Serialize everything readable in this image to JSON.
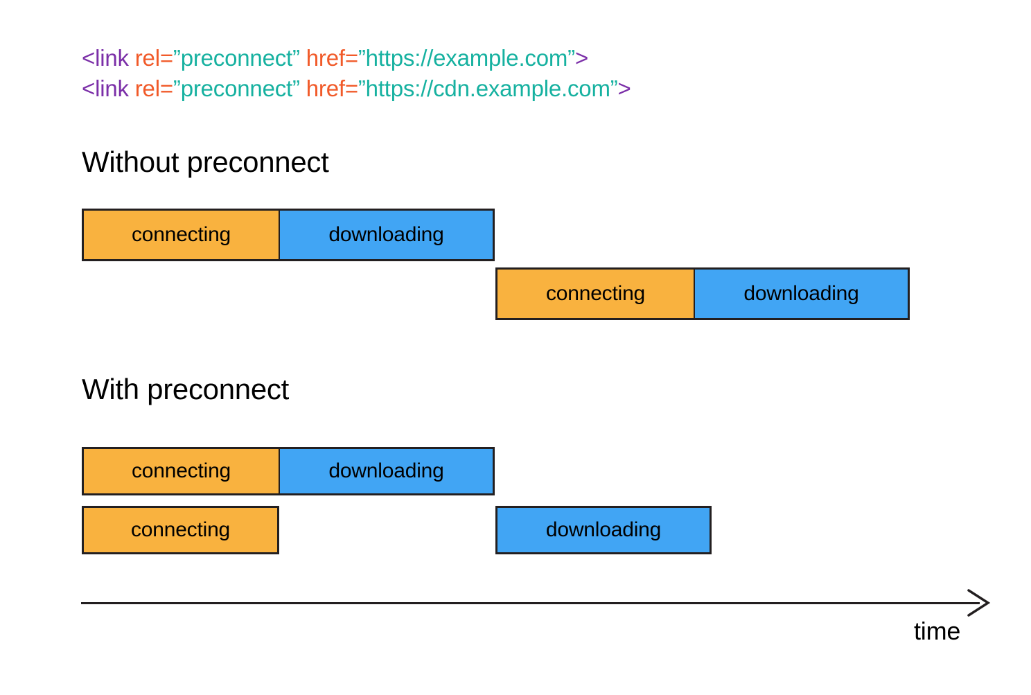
{
  "code_snippet": {
    "lines": [
      {
        "tag_open": "<link ",
        "attr1": "rel=",
        "value1": "”preconnect” ",
        "attr2": "href=",
        "value2": "”https://example.com”",
        "tag_close": ">"
      },
      {
        "tag_open": "<link ",
        "attr1": "rel=",
        "value1": "”preconnect” ",
        "attr2": "href=",
        "value2": "”https://cdn.example.com”",
        "tag_close": ">"
      }
    ]
  },
  "sections": [
    {
      "heading": "Without preconnect",
      "rows": [
        {
          "segments": [
            {
              "label": "connecting"
            },
            {
              "label": "downloading"
            }
          ]
        },
        {
          "segments": [
            {
              "label": "connecting"
            },
            {
              "label": "downloading"
            }
          ]
        }
      ]
    },
    {
      "heading": "With preconnect",
      "rows": [
        {
          "segments": [
            {
              "label": "connecting"
            },
            {
              "label": "downloading"
            }
          ]
        },
        {
          "segments": [
            {
              "label": "connecting"
            },
            {
              "label": "downloading"
            }
          ]
        }
      ]
    }
  ],
  "axis": {
    "label": "time"
  },
  "colors": {
    "connecting": "#F9B23F",
    "downloading": "#41A5F4",
    "stroke": "#231F20",
    "code_tag": "#7B2FA8",
    "code_attr": "#F15A29",
    "code_value": "#16B1A0",
    "background": "#FFFFFF"
  },
  "chart_data": {
    "type": "bar",
    "title": "Preconnect request timeline comparison",
    "xlabel": "time",
    "ylabel": "",
    "grid": false,
    "legend": "none",
    "orientation": "horizontal-gantt",
    "series": [
      {
        "name": "Without preconnect — request 1",
        "segments": [
          {
            "phase": "connecting",
            "start": 118,
            "end": 403
          },
          {
            "phase": "downloading",
            "start": 403,
            "end": 714
          }
        ]
      },
      {
        "name": "Without preconnect — request 2",
        "segments": [
          {
            "phase": "connecting",
            "start": 715,
            "end": 1002
          },
          {
            "phase": "downloading",
            "start": 1002,
            "end": 1313
          }
        ]
      },
      {
        "name": "With preconnect — request 1",
        "segments": [
          {
            "phase": "connecting",
            "start": 118,
            "end": 403
          },
          {
            "phase": "downloading",
            "start": 403,
            "end": 714
          }
        ]
      },
      {
        "name": "With preconnect — request 2",
        "segments": [
          {
            "phase": "connecting",
            "start": 118,
            "end": 403
          },
          {
            "phase": "downloading",
            "start": 715,
            "end": 1027
          }
        ]
      }
    ]
  }
}
